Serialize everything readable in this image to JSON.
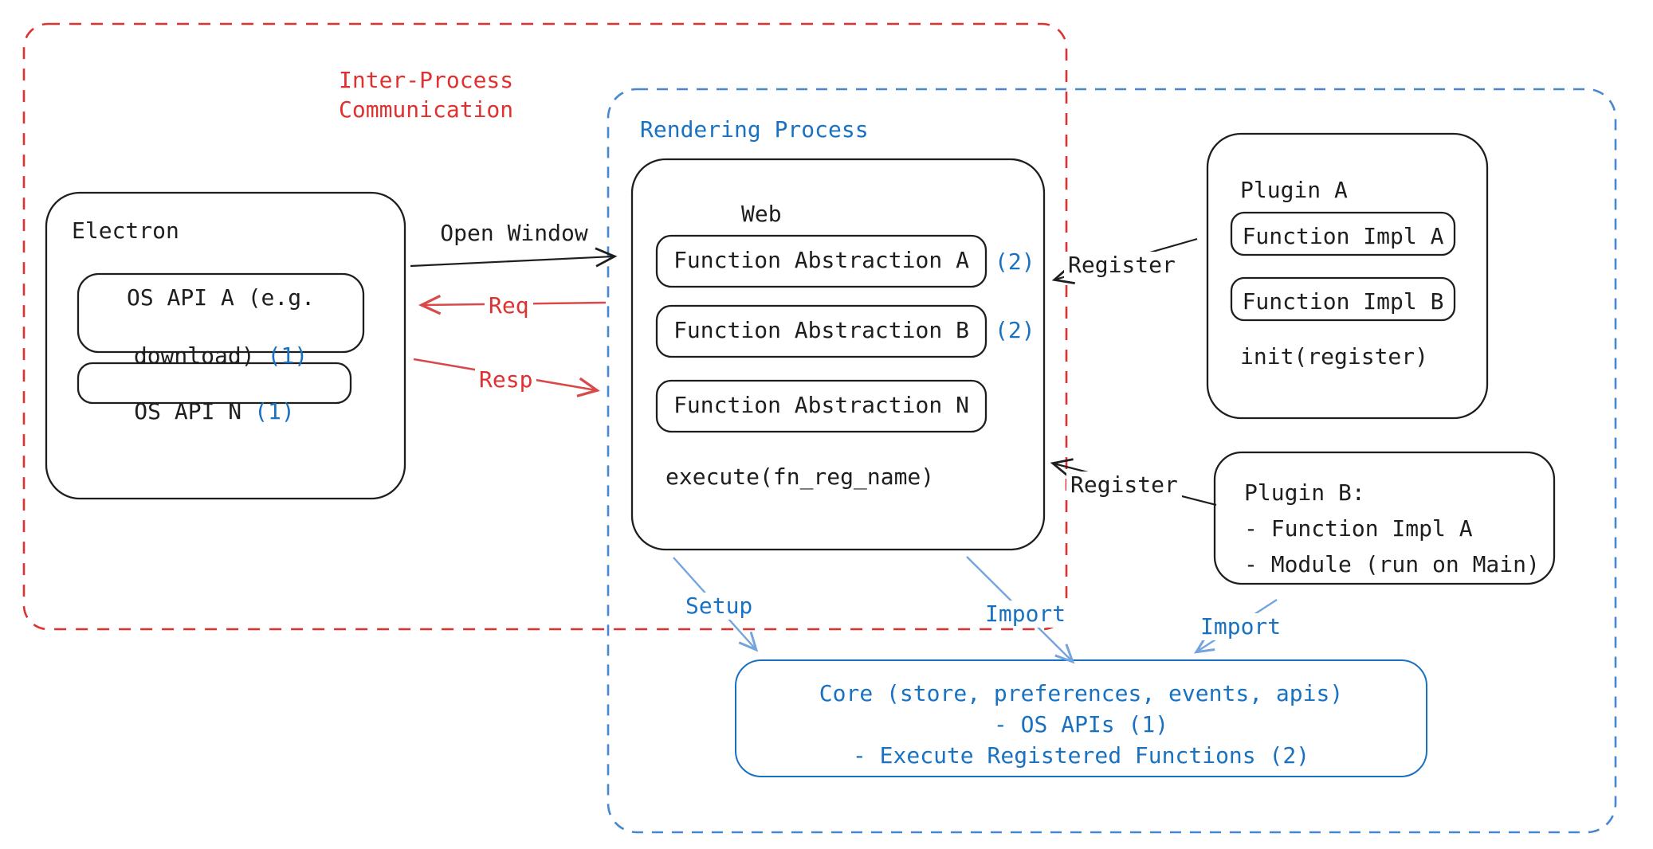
{
  "diagram": {
    "ipc_group": {
      "label": "Inter-Process\nCommunication"
    },
    "rendering_group": {
      "label": "Rendering Process"
    },
    "electron": {
      "title": "Electron",
      "os_api_a": {
        "line1": "OS API A (e.g.",
        "line2": "download)",
        "badge": "(1)"
      },
      "os_api_n": {
        "label": "OS API N",
        "badge": "(1)"
      }
    },
    "web": {
      "title": "Web",
      "abstractions": [
        {
          "label": "Function Abstraction A",
          "badge": "(2)"
        },
        {
          "label": "Function Abstraction B",
          "badge": "(2)"
        },
        {
          "label": "Function Abstraction N",
          "badge": ""
        }
      ],
      "execute_label": "execute(fn_reg_name)"
    },
    "plugin_a": {
      "title": "Plugin A",
      "impl_a": "Function Impl A",
      "impl_b": "Function Impl B",
      "init_label": "init(register)"
    },
    "plugin_b": {
      "text": "Plugin B:\n- Function Impl A\n- Module (run on Main)"
    },
    "core": {
      "text": "Core (store, preferences, events, apis)\n- OS APIs (1)\n- Execute Registered Functions (2)"
    },
    "arrows": {
      "open_window": "Open Window",
      "req": "Req",
      "resp": "Resp",
      "register_top": "Register",
      "register_bottom": "Register",
      "setup": "Setup",
      "import_web": "Import",
      "import_plugin": "Import"
    },
    "colors": {
      "black": "#1e1e1e",
      "red": "#e03131",
      "blue": "#1971c2",
      "arrow_blue": "#74a3dd"
    }
  }
}
